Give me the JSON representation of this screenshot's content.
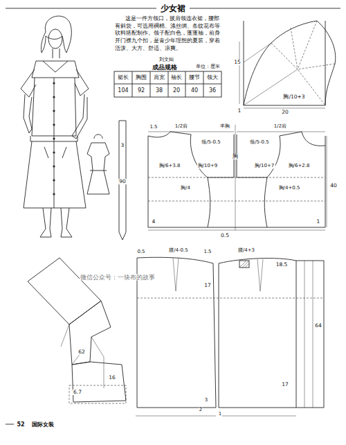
{
  "diagram": {
    "title": "少女裙",
    "labels": [
      "这是一件方领口，披肩领连衣裙，腰部有斜袋，可选用稠棉、涤丝绸、条纹花布等软料搭配制作。领子配白色，蓬蓬袖，前身开门襟九个扣，是青少年理想的夏装，穿着活泼、大方、舒适、凉爽。",
      "刘文灿",
      "成品规格",
      "单位：厘米",
      "裙长",
      "胸围",
      "肩宽",
      "袖长",
      "腰节",
      "领大",
      "104",
      "92",
      "38",
      "20",
      "40",
      "36",
      "15",
      "1",
      "胸/10+3",
      "20",
      "3",
      "90",
      "1.5",
      "1/2肩",
      "半胸",
      "1/2肩",
      "领/5-0.5",
      "领/5-0.5",
      "胸/6+3.8",
      "胸/10+9",
      "胸",
      "胸/10+7",
      "胸/6+2.8",
      "胸/4",
      "胸/4+0.5",
      "40",
      "4",
      "0.5",
      "1",
      "0.5",
      "腰/4-0.5",
      "1.5",
      "腰/4+3",
      "18.5",
      "17",
      "17",
      "64",
      "3",
      "2",
      "1",
      "62",
      "16",
      "6.7",
      "微信公众号：一块布的故事",
      "52",
      "国际女装"
    ]
  }
}
